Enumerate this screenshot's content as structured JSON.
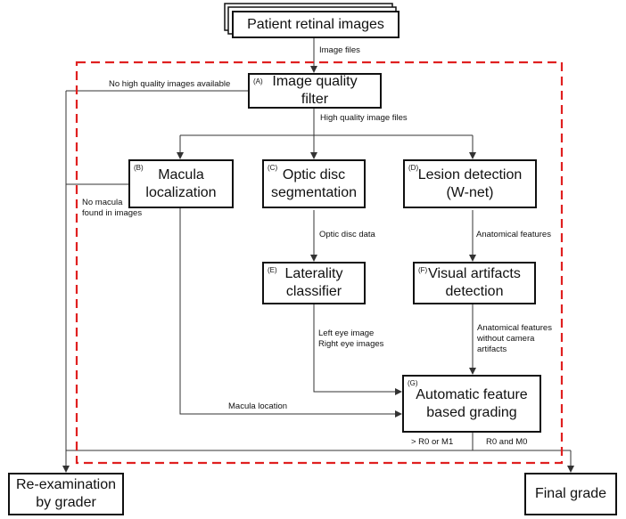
{
  "nodes": {
    "patient": {
      "title": "Patient retinal images"
    },
    "iqf": {
      "tag": "(A)",
      "title": "Image quality\nfilter"
    },
    "macula": {
      "tag": "(B)",
      "title": "Macula\nlocalization"
    },
    "optic": {
      "tag": "(C)",
      "title": "Optic disc\nsegmentation"
    },
    "lesion": {
      "tag": "(D)",
      "title": "Lesion detection\n(W-net)"
    },
    "laterality": {
      "tag": "(E)",
      "title": "Laterality\nclassifier"
    },
    "artifacts": {
      "tag": "(F)",
      "title": "Visual artifacts\ndetection"
    },
    "grading": {
      "tag": "(G)",
      "title": "Automatic feature\nbased grading"
    },
    "reexam": {
      "title": "Re-examination\nby grader"
    },
    "final": {
      "title": "Final grade"
    }
  },
  "edges": {
    "image_files": "Image files",
    "no_high_quality": "No high quality images available",
    "high_quality_files": "High quality image files",
    "no_macula": "No macula\nfound in images",
    "optic_disc_data": "Optic disc data",
    "anatomical_features": "Anatomical features",
    "left_right_eye": "Left eye image\nRight eye images",
    "without_artifacts": "Anatomical features\nwithout camera\nartifacts",
    "macula_location": "Macula location",
    "gt_r0_m1": "> R0 or M1",
    "r0_m0": "R0 and M0"
  },
  "colors": {
    "pipeline_border": "#e02020",
    "line": "#333333",
    "box_border": "#111111"
  }
}
